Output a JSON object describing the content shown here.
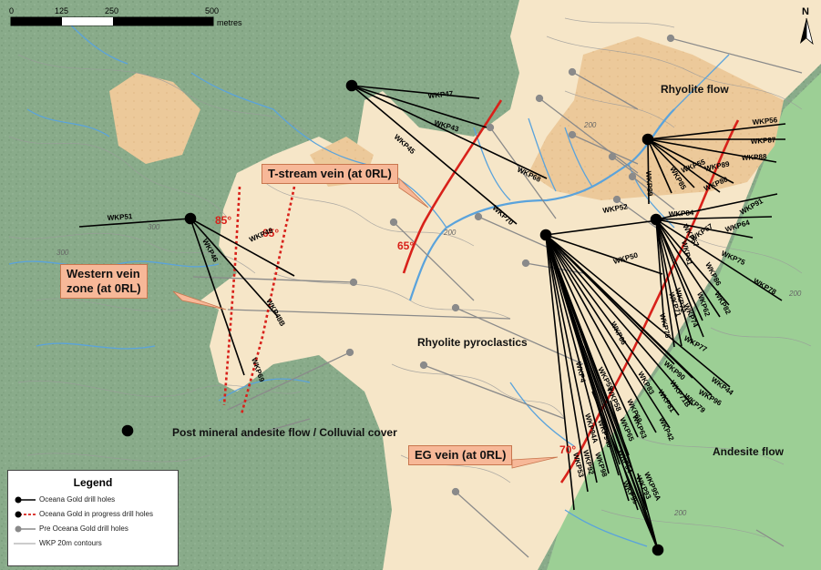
{
  "scale_bar": {
    "ticks": [
      "0",
      "125",
      "250",
      "500"
    ],
    "units": "metres"
  },
  "north_label": "N",
  "colors": {
    "andesite_green": "#89ab8a",
    "pyroclastic_beige": "#f6e6c8",
    "rhyolite_flow_tan": "#ecc99a",
    "andesite_flow_green": "#9ccf95",
    "river_blue": "#5aa3dc",
    "drillhole_black": "#000000",
    "in_progress_red": "#d8211a",
    "pre_oceana_grey": "#8a8a8a"
  },
  "area_labels": {
    "rhyolite_flow": "Rhyolite flow",
    "rhyolite_pyroclastics": "Rhyolite pyroclastics",
    "post_mineral": "Post mineral andesite flow / Colluvial cover",
    "andesite_flow": "Andesite flow"
  },
  "callouts": {
    "t_stream": "T-stream vein (at 0RL)",
    "western_line1": "Western vein",
    "western_line2": "zone (at 0RL)",
    "eg_vein": "EG vein (at 0RL)"
  },
  "dip_labels": {
    "western_85": "85°",
    "western_65": "65°",
    "t_stream_65": "65°",
    "eg_70": "70°"
  },
  "contour_labels": [
    "300",
    "200",
    "200",
    "200",
    "200",
    "300"
  ],
  "drillhole_labels": {
    "w1": "WKP51",
    "w2": "WKP46",
    "w3": "WKP49",
    "w4": "WKP48B",
    "w5": "WKP69",
    "t1": "WKP47",
    "t2": "WKP43",
    "t3": "WKP45",
    "t4": "WKP68",
    "t5": "WKP70",
    "r1": "WKP56",
    "r2": "WKP87",
    "r3": "WKP88",
    "r4": "WKP89",
    "r5": "WKP80",
    "r6": "WKP55",
    "r7": "WKP85",
    "r8": "WKP99",
    "r9": "WKP52",
    "c1": "WKP84",
    "c2": "WKP91",
    "c3": "WKP64",
    "c4": "WKP75",
    "c5": "WKP78",
    "c6": "WKP67",
    "c7": "WKP57",
    "c8": "WKP86",
    "c9": "WKP82",
    "c10": "WKP62",
    "c11": "WKP61",
    "c12": "WKP74",
    "c13": "WKP72",
    "c14": "WKP71",
    "c15": "WKP76",
    "c16": "WKP77",
    "e1": "WKP50",
    "e2": "WKP44",
    "e3": "WKP96",
    "e4": "WKP79",
    "e5": "WKP71B",
    "e6": "WKP81",
    "e7": "WKP90",
    "e8": "WKP42",
    "e9": "WKP59",
    "e10": "WKP58",
    "e11": "WKP60",
    "e12": "WKP83",
    "e13": "WKP93",
    "e14": "WKP65",
    "e15": "WKP54",
    "e16": "WKP53",
    "e17": "WKP92",
    "e18": "WKP98",
    "e19": "WKP94A",
    "e20": "WKP4",
    "e21": "WKP95A",
    "e22": "WKP95",
    "e23": "WKP940",
    "e24": "WKP66",
    "e25": "WKP63"
  },
  "legend": {
    "title": "Legend",
    "items": [
      {
        "label": "Oceana Gold drill holes",
        "symbol": "black-dot-line"
      },
      {
        "label": "Oceana Gold in progress drill holes",
        "symbol": "black-dot-red-dash"
      },
      {
        "label": "Pre Oceana Gold drill holes",
        "symbol": "grey-dot-line"
      },
      {
        "label": "WKP 20m contours",
        "symbol": "grey-thin-line"
      }
    ]
  }
}
